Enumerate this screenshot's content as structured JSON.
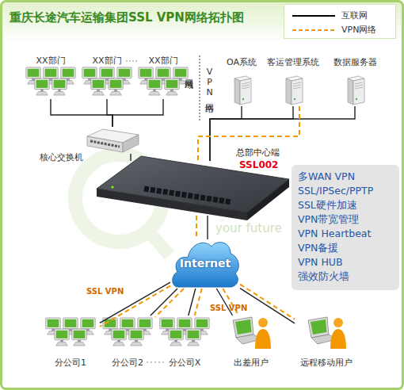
{
  "diagram": {
    "title": "重庆长途汽车运输集团SSL VPN网络拓扑图",
    "nodes": [
      {
        "text": [
          "XX部门"
        ]
      },
      {
        "text": [
          "XX部门"
        ]
      },
      {
        "text": [
          "XX部门"
        ]
      },
      {
        "text": [
          "OA系统"
        ]
      },
      {
        "text": [
          "客运管理系统"
        ]
      },
      {
        "text": [
          "数据服务器"
        ]
      },
      {
        "text": [
          "核心交换机"
        ]
      },
      {
        "text": [
          "总部中心端",
          "SSL002"
        ]
      },
      {
        "text": [
          "多WAN VPN",
          "SSL/IPSec/PPTP",
          "SSL硬件加速",
          "VPN带宽管理",
          "VPN Heartbeat",
          "VPN备援",
          "VPN HUB",
          "强效防火墙"
        ]
      },
      {
        "text": [
          "Internet"
        ]
      },
      {
        "text": [
          "分公司1"
        ]
      },
      {
        "text": [
          "分公司2"
        ]
      },
      {
        "text": [
          "分公司X"
        ]
      },
      {
        "text": [
          "出差用户"
        ]
      },
      {
        "text": [
          "远程移动用户"
        ]
      }
    ],
    "edges": [
      {
        "from": 0,
        "to": 6,
        "arrow": "none"
      },
      {
        "from": 1,
        "to": 6,
        "arrow": "none"
      },
      {
        "from": 2,
        "to": 6,
        "arrow": "none"
      },
      {
        "from": 6,
        "to": 7,
        "arrow": "none"
      },
      {
        "from": 3,
        "to": 7,
        "arrow": "none"
      },
      {
        "from": 4,
        "to": 7,
        "arrow": "none"
      },
      {
        "from": 5,
        "to": 7,
        "arrow": "none"
      },
      {
        "from": 4,
        "to": 7,
        "arrow": "none"
      },
      {
        "from": 7,
        "to": 9,
        "arrow": "none"
      },
      {
        "from": 7,
        "to": 9,
        "arrow": "none"
      },
      {
        "from": 9,
        "to": 10,
        "arrow": "none"
      },
      {
        "from": 9,
        "to": 11,
        "arrow": "none"
      },
      {
        "from": 9,
        "to": 12,
        "arrow": "none"
      },
      {
        "from": 9,
        "to": 13,
        "arrow": "none"
      },
      {
        "from": 9,
        "to": 14,
        "arrow": "none"
      },
      {
        "from": 9,
        "to": 10,
        "label": "SSL VPN",
        "arrow": "none"
      },
      {
        "from": 9,
        "to": 11,
        "arrow": "none"
      },
      {
        "from": 9,
        "to": 12,
        "arrow": "none"
      },
      {
        "from": 9,
        "to": 13,
        "label": "SSL VPN",
        "arrow": "none"
      },
      {
        "from": 9,
        "to": 14,
        "arrow": "none"
      }
    ],
    "labels": [
      "局域网",
      "VPN网络",
      "your future"
    ],
    "legend": [
      {
        "text": "互联网"
      },
      {
        "text": "VPN网络"
      }
    ]
  }
}
